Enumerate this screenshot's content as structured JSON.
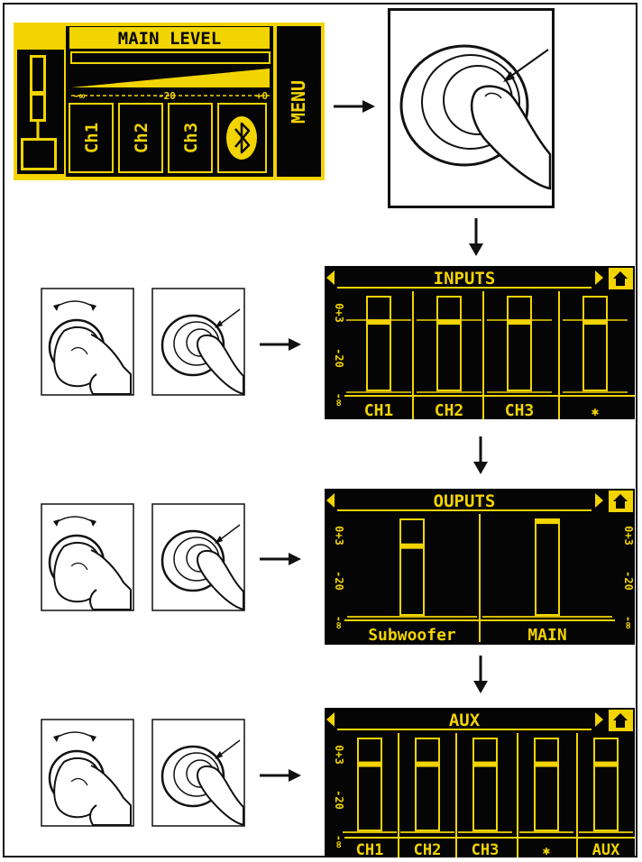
{
  "colors": {
    "accent": "#f2d400",
    "screen": "#050505",
    "ink": "#111111",
    "background": "#ffffff"
  },
  "main_screen": {
    "title": "MAIN LEVEL",
    "scale_left": "-∞",
    "scale_mid": "-20",
    "scale_right": "+0",
    "channels": [
      "Ch1",
      "Ch2",
      "Ch3"
    ],
    "bluetooth_icon": "bluetooth-icon",
    "menu_label": "MENU"
  },
  "knob_illustrations": {
    "press_icon": "finger-press-knob-icon",
    "rotate_icon": "hand-rotate-knob-icon"
  },
  "inputs_screen": {
    "title": "INPUTS",
    "scale": {
      "top": "0+3",
      "mid": "-20",
      "bottom": "-∞"
    },
    "channels": [
      "CH1",
      "CH2",
      "CH3",
      "✱"
    ],
    "levels": [
      0.73,
      0.73,
      0.73,
      0.73
    ]
  },
  "outputs_screen": {
    "title": "OUPUTS",
    "scale": {
      "top": "0+3",
      "mid": "-20",
      "bottom": "-∞"
    },
    "channels": [
      "Subwoofer",
      "MAIN"
    ],
    "levels": [
      0.72,
      0.98
    ]
  },
  "aux_screen": {
    "title": "AUX",
    "scale": {
      "top": "0+3",
      "mid": "-20",
      "bottom": "-∞"
    },
    "channels": [
      "CH1",
      "CH2",
      "CH3",
      "✱",
      "AUX"
    ],
    "levels": [
      0.72,
      0.72,
      0.72,
      0.72,
      0.72
    ]
  }
}
